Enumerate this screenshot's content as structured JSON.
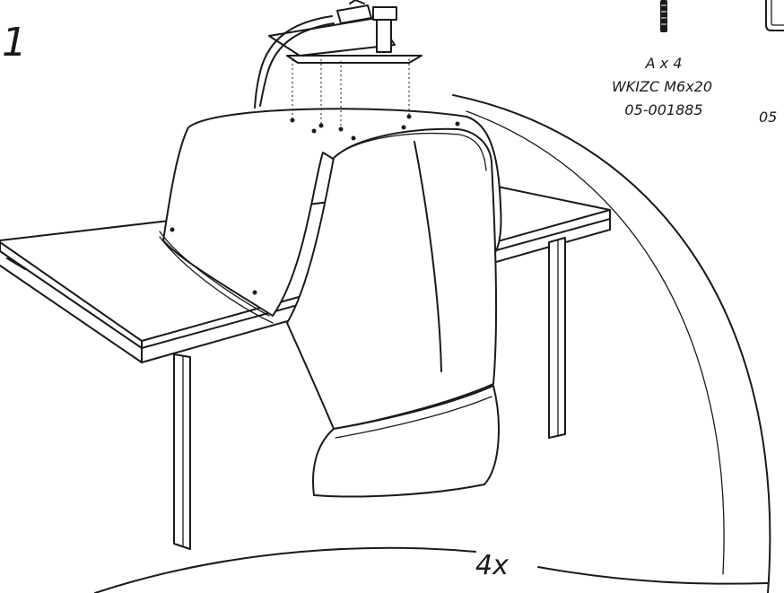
{
  "step": {
    "number": "1"
  },
  "part_a": {
    "quantity": "A x 4",
    "name": "WKIZC M6x20",
    "code": "05-001885"
  },
  "part_b": {
    "code_partial": "05"
  },
  "callout": {
    "repeat": "4x"
  },
  "colors": {
    "ink": "#1a1a1a",
    "background": "#ffffff"
  }
}
